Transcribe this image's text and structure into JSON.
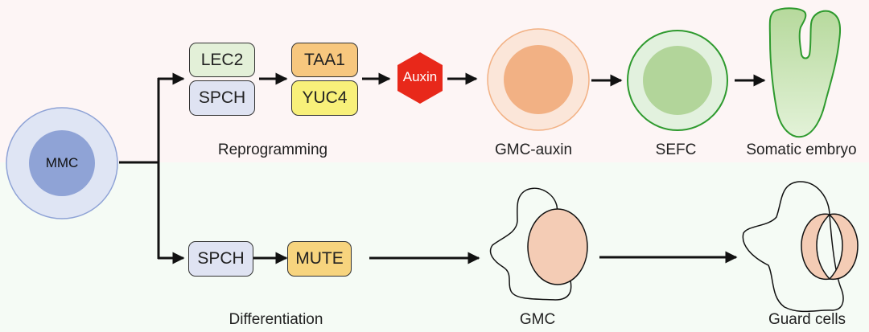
{
  "colors": {
    "top_background": "#fdf5f5",
    "bottom_background": "#f5fbf5",
    "mmc_outer": "#dfe5f4",
    "mmc_inner": "#8fa3d6",
    "lec2": "#e3f0d8",
    "spch": "#dfe3f2",
    "taa1": "#f7c77e",
    "yuc4": "#f8f07a",
    "mute": "#f7d47e",
    "auxin": "#e8281a",
    "gmc_auxin_outer": "#fbe6d9",
    "gmc_auxin_inner": "#f2b184",
    "sefc_outer": "#e2f1de",
    "sefc_inner": "#b2d59a",
    "sefc_border": "#2e9a2e",
    "embryo_fill": "#c6e3b2",
    "cell_fill": "#f4ccb5"
  },
  "start": {
    "label": "MMC"
  },
  "reprogramming": {
    "label": "Reprogramming",
    "stage1": [
      "LEC2",
      "SPCH"
    ],
    "stage2": [
      "TAA1",
      "YUC4"
    ],
    "hormone": "Auxin",
    "cells": [
      "GMC-auxin",
      "SEFC",
      "Somatic embryo"
    ]
  },
  "differentiation": {
    "label": "Differentiation",
    "genes": [
      "SPCH",
      "MUTE"
    ],
    "cells": [
      "GMC",
      "Guard cells"
    ]
  }
}
